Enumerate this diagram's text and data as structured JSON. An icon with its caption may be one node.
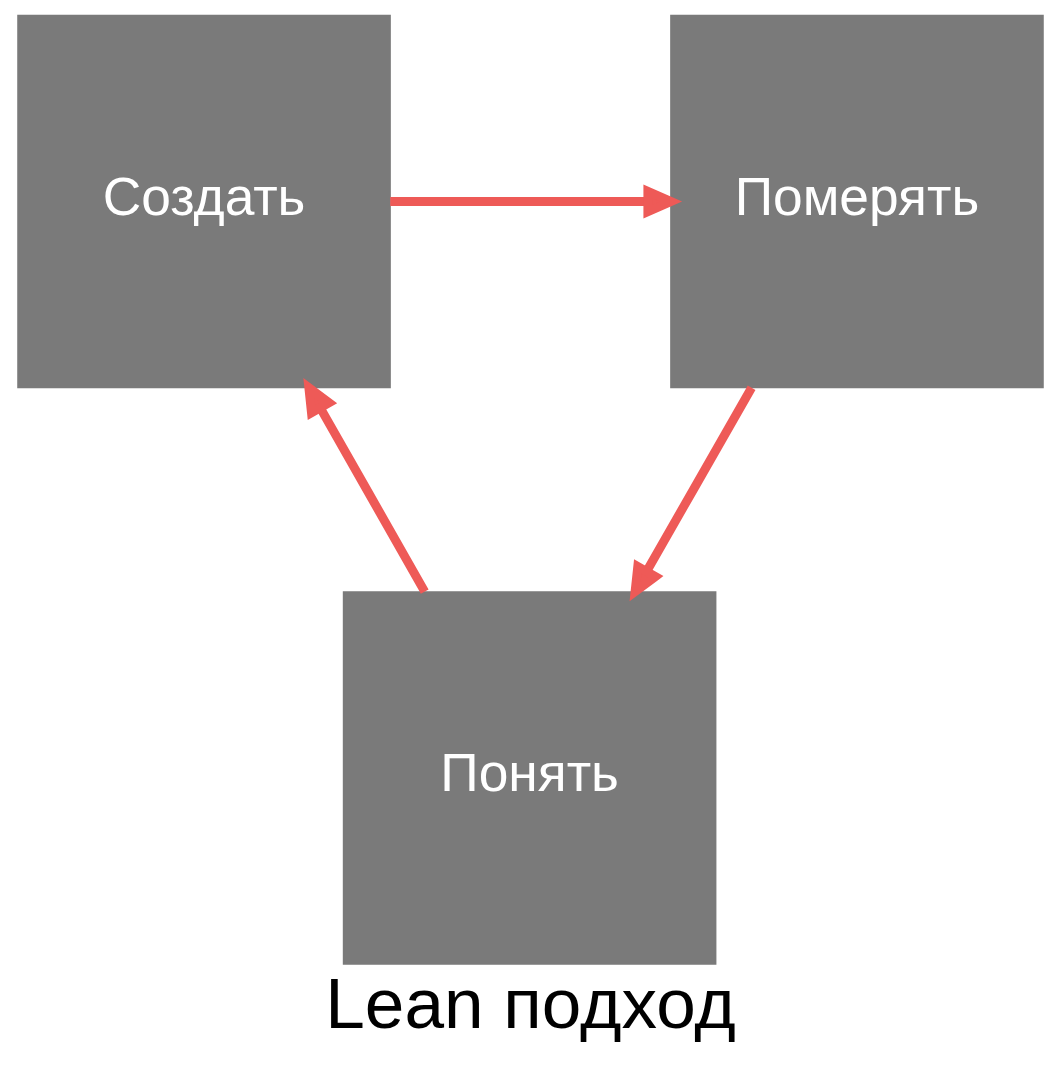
{
  "diagram": {
    "caption": "Lean подход",
    "nodes": [
      {
        "text": [
          "Создать"
        ]
      },
      {
        "text": [
          "Померять"
        ]
      },
      {
        "text": [
          "Понять"
        ]
      }
    ],
    "edges": [
      {
        "from": 0,
        "to": 1,
        "arrow": "to"
      },
      {
        "from": 1,
        "to": 2,
        "arrow": "to"
      },
      {
        "from": 2,
        "to": 0,
        "arrow": "to"
      }
    ]
  }
}
